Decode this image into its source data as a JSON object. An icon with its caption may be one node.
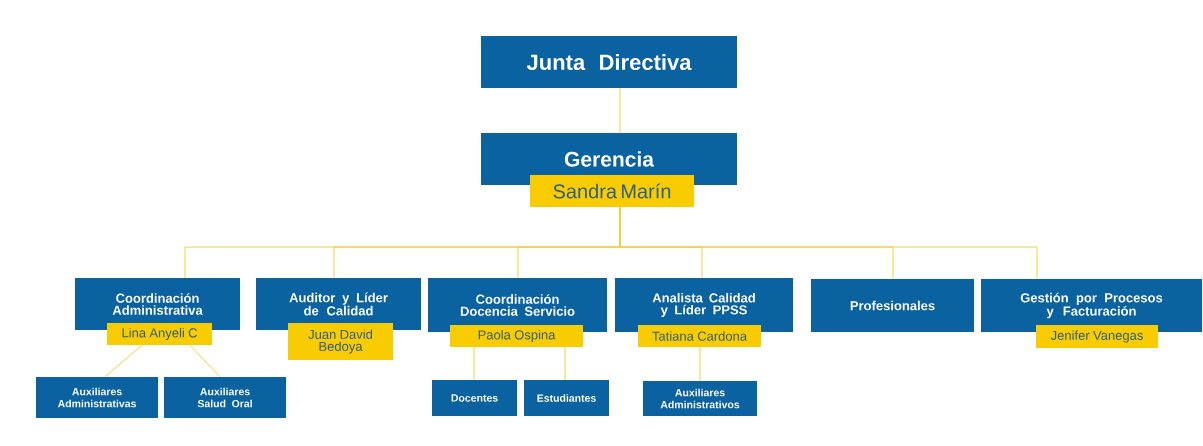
{
  "diagram": {
    "nodes": [
      {
        "text": [
          "Junta Directiva"
        ]
      },
      {
        "text": [
          "Gerencia",
          "Sandra Marín"
        ]
      },
      {
        "text": [
          "Coordinación Administrativa",
          "Lina Anyeli C"
        ]
      },
      {
        "text": [
          "Auditor y Líder de Calidad",
          "Juan David Bedoya"
        ]
      },
      {
        "text": [
          "Coordinación Docencia Servicio",
          "Paola Ospina"
        ]
      },
      {
        "text": [
          "Analista Calidad y Líder PPSS",
          "Tatiana Cardona"
        ]
      },
      {
        "text": [
          "Profesionales"
        ]
      },
      {
        "text": [
          "Gestión por Procesos y Facturación",
          "Jenifer Vanegas"
        ]
      },
      {
        "text": [
          "Auxiliares Administrativas"
        ]
      },
      {
        "text": [
          "Auxiliares Salud Oral"
        ]
      },
      {
        "text": [
          "Docentes"
        ]
      },
      {
        "text": [
          "Estudiantes"
        ]
      },
      {
        "text": [
          "Auxiliares Administrativos"
        ]
      }
    ],
    "edges": [
      {
        "from": 0,
        "to": 1,
        "arrow": "none"
      },
      {
        "from": 1,
        "to": 2,
        "arrow": "none"
      },
      {
        "from": 1,
        "to": 3,
        "arrow": "none"
      },
      {
        "from": 1,
        "to": 4,
        "arrow": "none"
      },
      {
        "from": 1,
        "to": 5,
        "arrow": "none"
      },
      {
        "from": 1,
        "to": 6,
        "arrow": "none"
      },
      {
        "from": 1,
        "to": 7,
        "arrow": "none"
      },
      {
        "from": 2,
        "to": 8,
        "arrow": "none"
      },
      {
        "from": 2,
        "to": 9,
        "arrow": "none"
      },
      {
        "from": 4,
        "to": 10,
        "arrow": "none"
      },
      {
        "from": 4,
        "to": 11,
        "arrow": "none"
      },
      {
        "from": 5,
        "to": 12,
        "arrow": "none"
      }
    ]
  }
}
